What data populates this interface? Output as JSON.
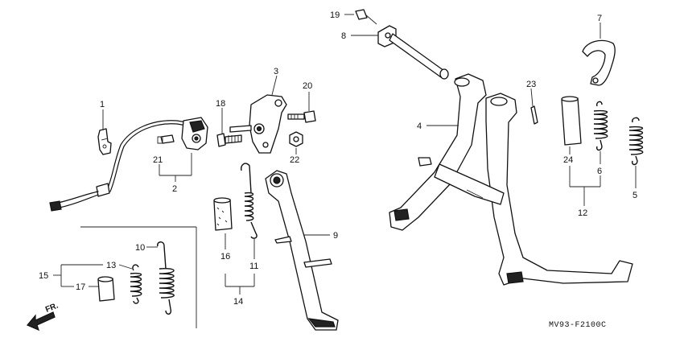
{
  "diagram": {
    "code": "MV93-F2100C",
    "direction": "FR.",
    "callouts": [
      "1",
      "2",
      "3",
      "4",
      "5",
      "6",
      "7",
      "8",
      "9",
      "10",
      "11",
      "12",
      "13",
      "14",
      "15",
      "16",
      "17",
      "18",
      "19",
      "20",
      "21",
      "22",
      "23",
      "24"
    ]
  }
}
